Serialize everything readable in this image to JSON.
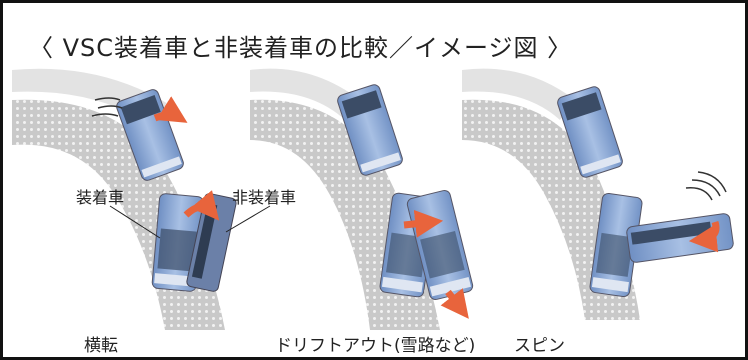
{
  "title": "〈 VSC装着車と非装着車の比較／イメージ図 〉",
  "labels": {
    "equipped": "装着車",
    "non_equipped": "非装着車"
  },
  "captions": {
    "rollover": "横転",
    "drift_out": "ドリフトアウト(雪路など)",
    "spin": "スピン"
  },
  "colors": {
    "bus_body": "#8eaad6",
    "bus_window": "#3b4c66",
    "arrow": "#e8643c",
    "road": "#cfcfcf",
    "frame": "#111111"
  }
}
